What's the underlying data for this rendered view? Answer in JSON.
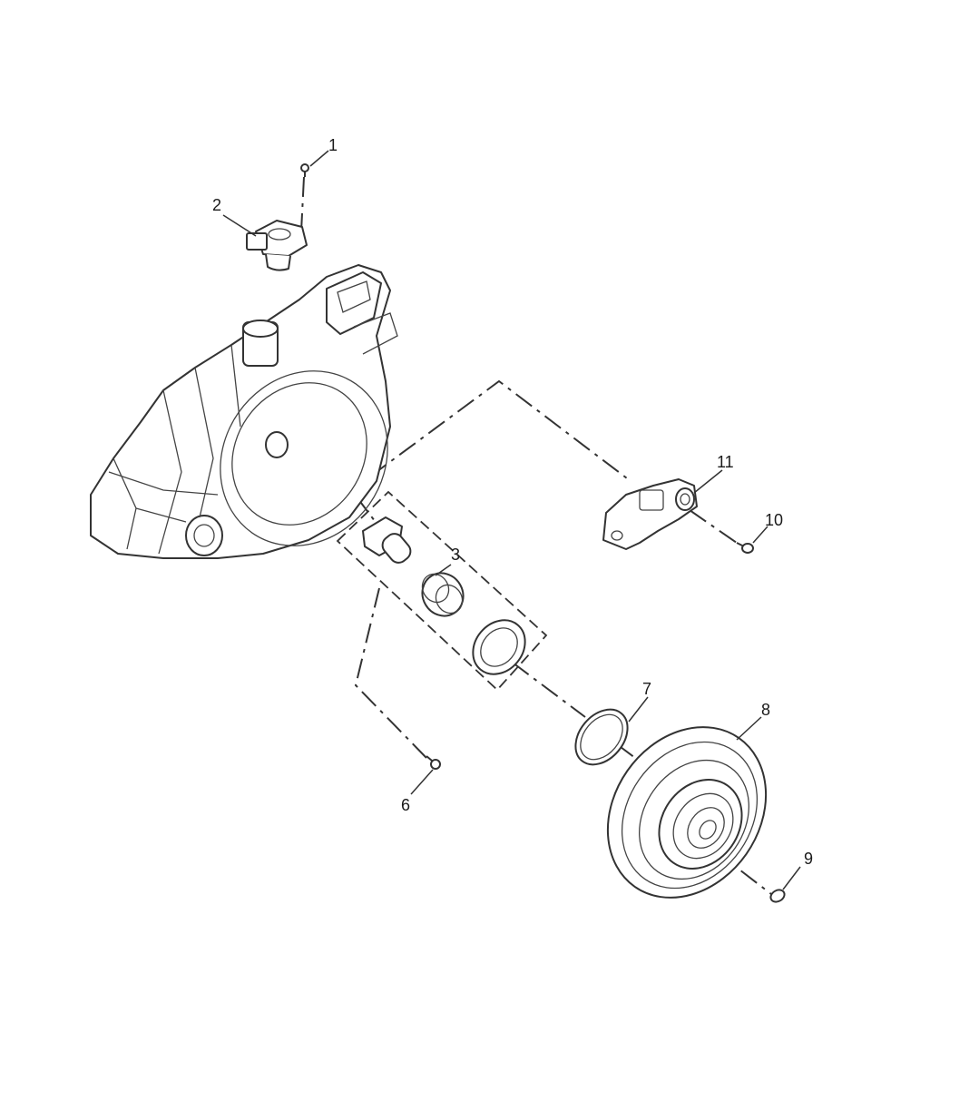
{
  "callouts": {
    "c1": "1",
    "c2": "2",
    "c3": "3",
    "c6": "6",
    "c7": "7",
    "c8": "8",
    "c9": "9",
    "c10": "10",
    "c11": "11"
  },
  "colors": {
    "line": "#333333",
    "background": "#ffffff"
  }
}
